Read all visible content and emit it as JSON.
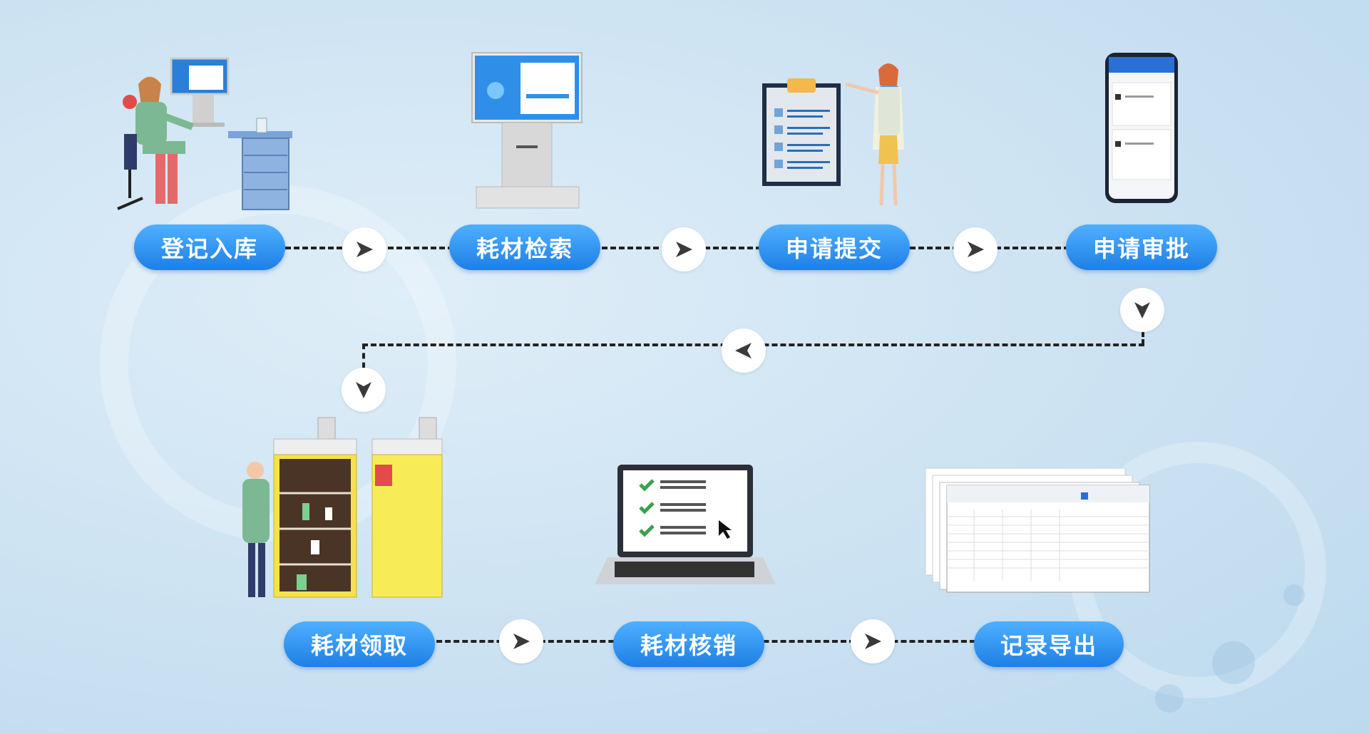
{
  "steps_top": [
    "登记入库",
    "耗材检索",
    "申请提交",
    "申请审批"
  ],
  "steps_bottom": [
    "耗材领取",
    "耗材核销",
    "记录导出"
  ],
  "colors": {
    "pill_top": "#4fb0ff",
    "pill_bottom": "#1e7fe6",
    "connector": "#222222",
    "arrow_bg": "#ffffff"
  },
  "icons": {
    "step1": "person-at-computer-icon",
    "step2": "kiosk-terminal-icon",
    "step3": "clipboard-with-person-icon",
    "step4": "smartphone-app-icon",
    "step5": "reagent-cabinet-icon",
    "step6": "laptop-checklist-icon",
    "step7": "spreadsheet-export-icon",
    "arrow": "play-arrow-icon"
  }
}
